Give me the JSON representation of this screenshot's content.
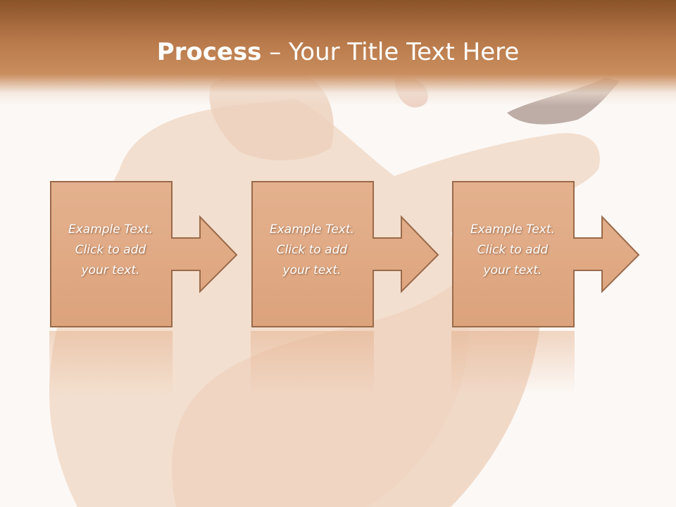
{
  "slide": {
    "title_bold": "Process",
    "title_rest": " – Your Title Text Here",
    "steps": [
      {
        "line1": "Example Text.",
        "line2": "Click  to add",
        "line3": "your text."
      },
      {
        "line1": "Example Text.",
        "line2": "Click  to add",
        "line3": "your text."
      },
      {
        "line1": "Example Text.",
        "line2": "Click  to add",
        "line3": "your text."
      }
    ]
  },
  "colors": {
    "header": "#b97a4b",
    "box_fill": "#e0ab86",
    "box_border": "#9a6a4a",
    "background": "#fcf8f5"
  }
}
